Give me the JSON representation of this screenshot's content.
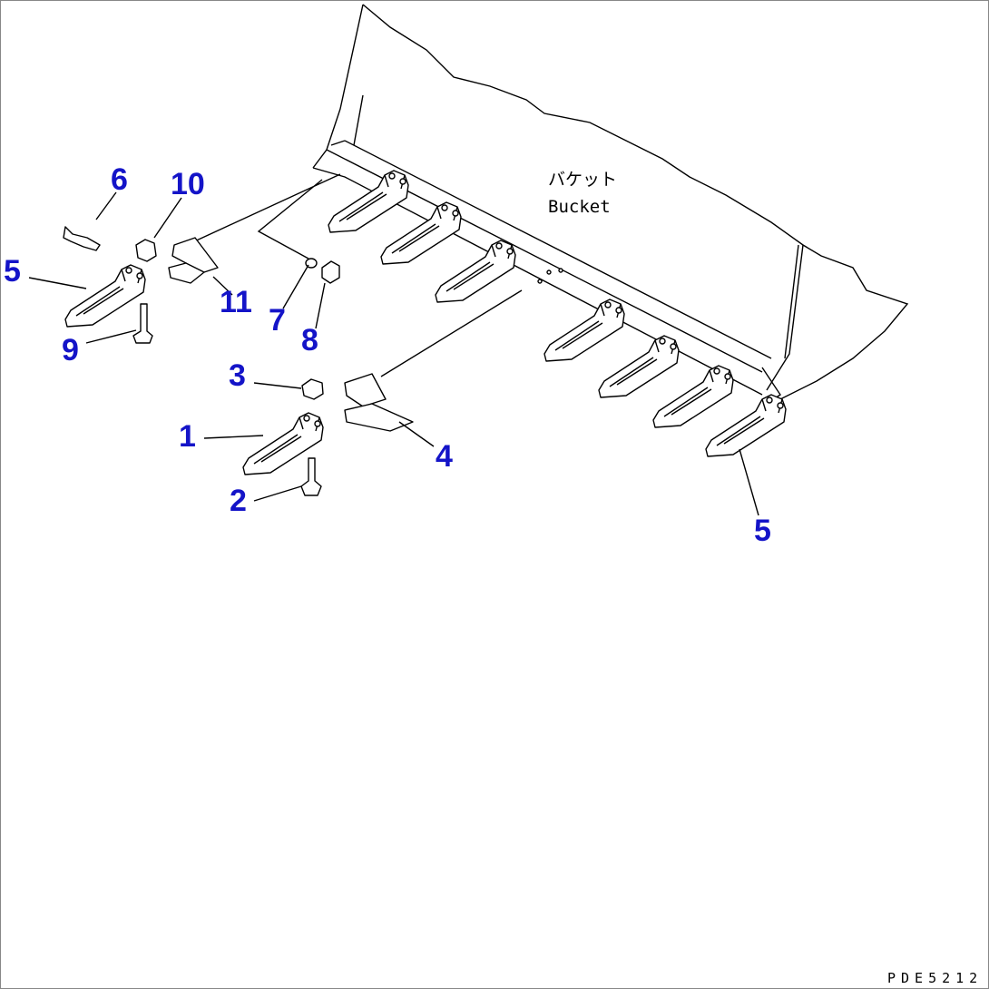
{
  "diagram": {
    "part_label": {
      "jp": "バケット",
      "en": "Bucket"
    },
    "drawing_code": "PDE5212",
    "callouts": [
      "1",
      "2",
      "3",
      "4",
      "5",
      "5",
      "6",
      "7",
      "8",
      "9",
      "10",
      "11"
    ],
    "label_color": "#1414c8"
  }
}
